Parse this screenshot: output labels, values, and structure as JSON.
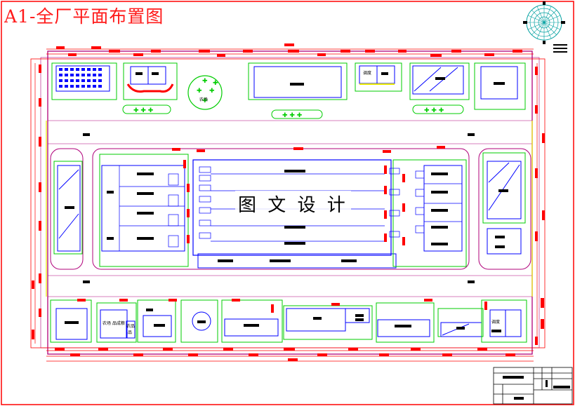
{
  "drawing": {
    "title": "A1-全厂平面布置图",
    "watermark": "图 文 设 计",
    "labels": {
      "north_area": "农场",
      "south_b": "农场 品成粮",
      "south_c": "农品",
      "south_c2": "品",
      "east_small": "调度",
      "top_east_box": "调度"
    }
  },
  "colors": {
    "red": "#ff0000",
    "magenta": "#b0007a",
    "blue": "#0000ff",
    "green": "#00cc00",
    "black": "#000000",
    "yellow": "#e8e800"
  },
  "icons": {
    "compass": "compass-rose-icon",
    "tree": "tree-cross-icon"
  }
}
